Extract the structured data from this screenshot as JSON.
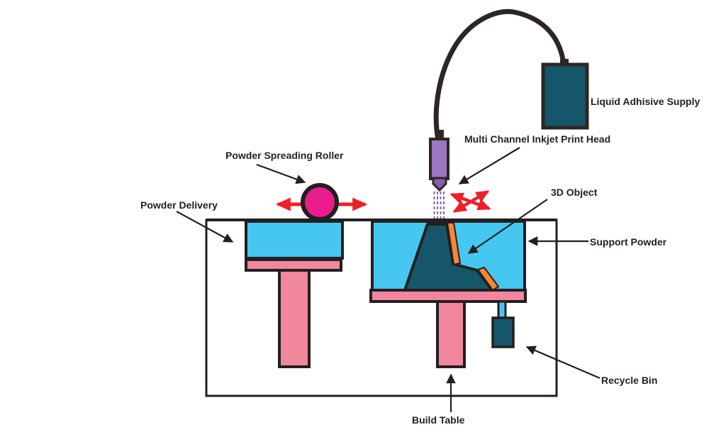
{
  "diagram": {
    "labels": {
      "liquid_adhesive_supply": "Liquid Adhisive Supply",
      "inkjet_print_head": "Multi Channel Inkjet Print Head",
      "powder_spreading_roller": "Powder Spreading Roller",
      "powder_delivery": "Powder Delivery",
      "object_3d": "3D Object",
      "support_powder": "Support Powder",
      "recycle_bin": "Recycle Bin",
      "build_table": "Build Table"
    },
    "colors": {
      "outline": "#231F20",
      "tubing": "#2E2623",
      "adhesive_teal": "#16566B",
      "powder_cyan": "#45C7F0",
      "piston_pink": "#F1879C",
      "roller_magenta": "#EB1D8D",
      "printhead_purple": "#9B76C1",
      "nozzle_purple": "#8460AE",
      "binder_orange": "#F58634",
      "motion_red": "#EC2127",
      "background": "#FFFFFF"
    }
  }
}
